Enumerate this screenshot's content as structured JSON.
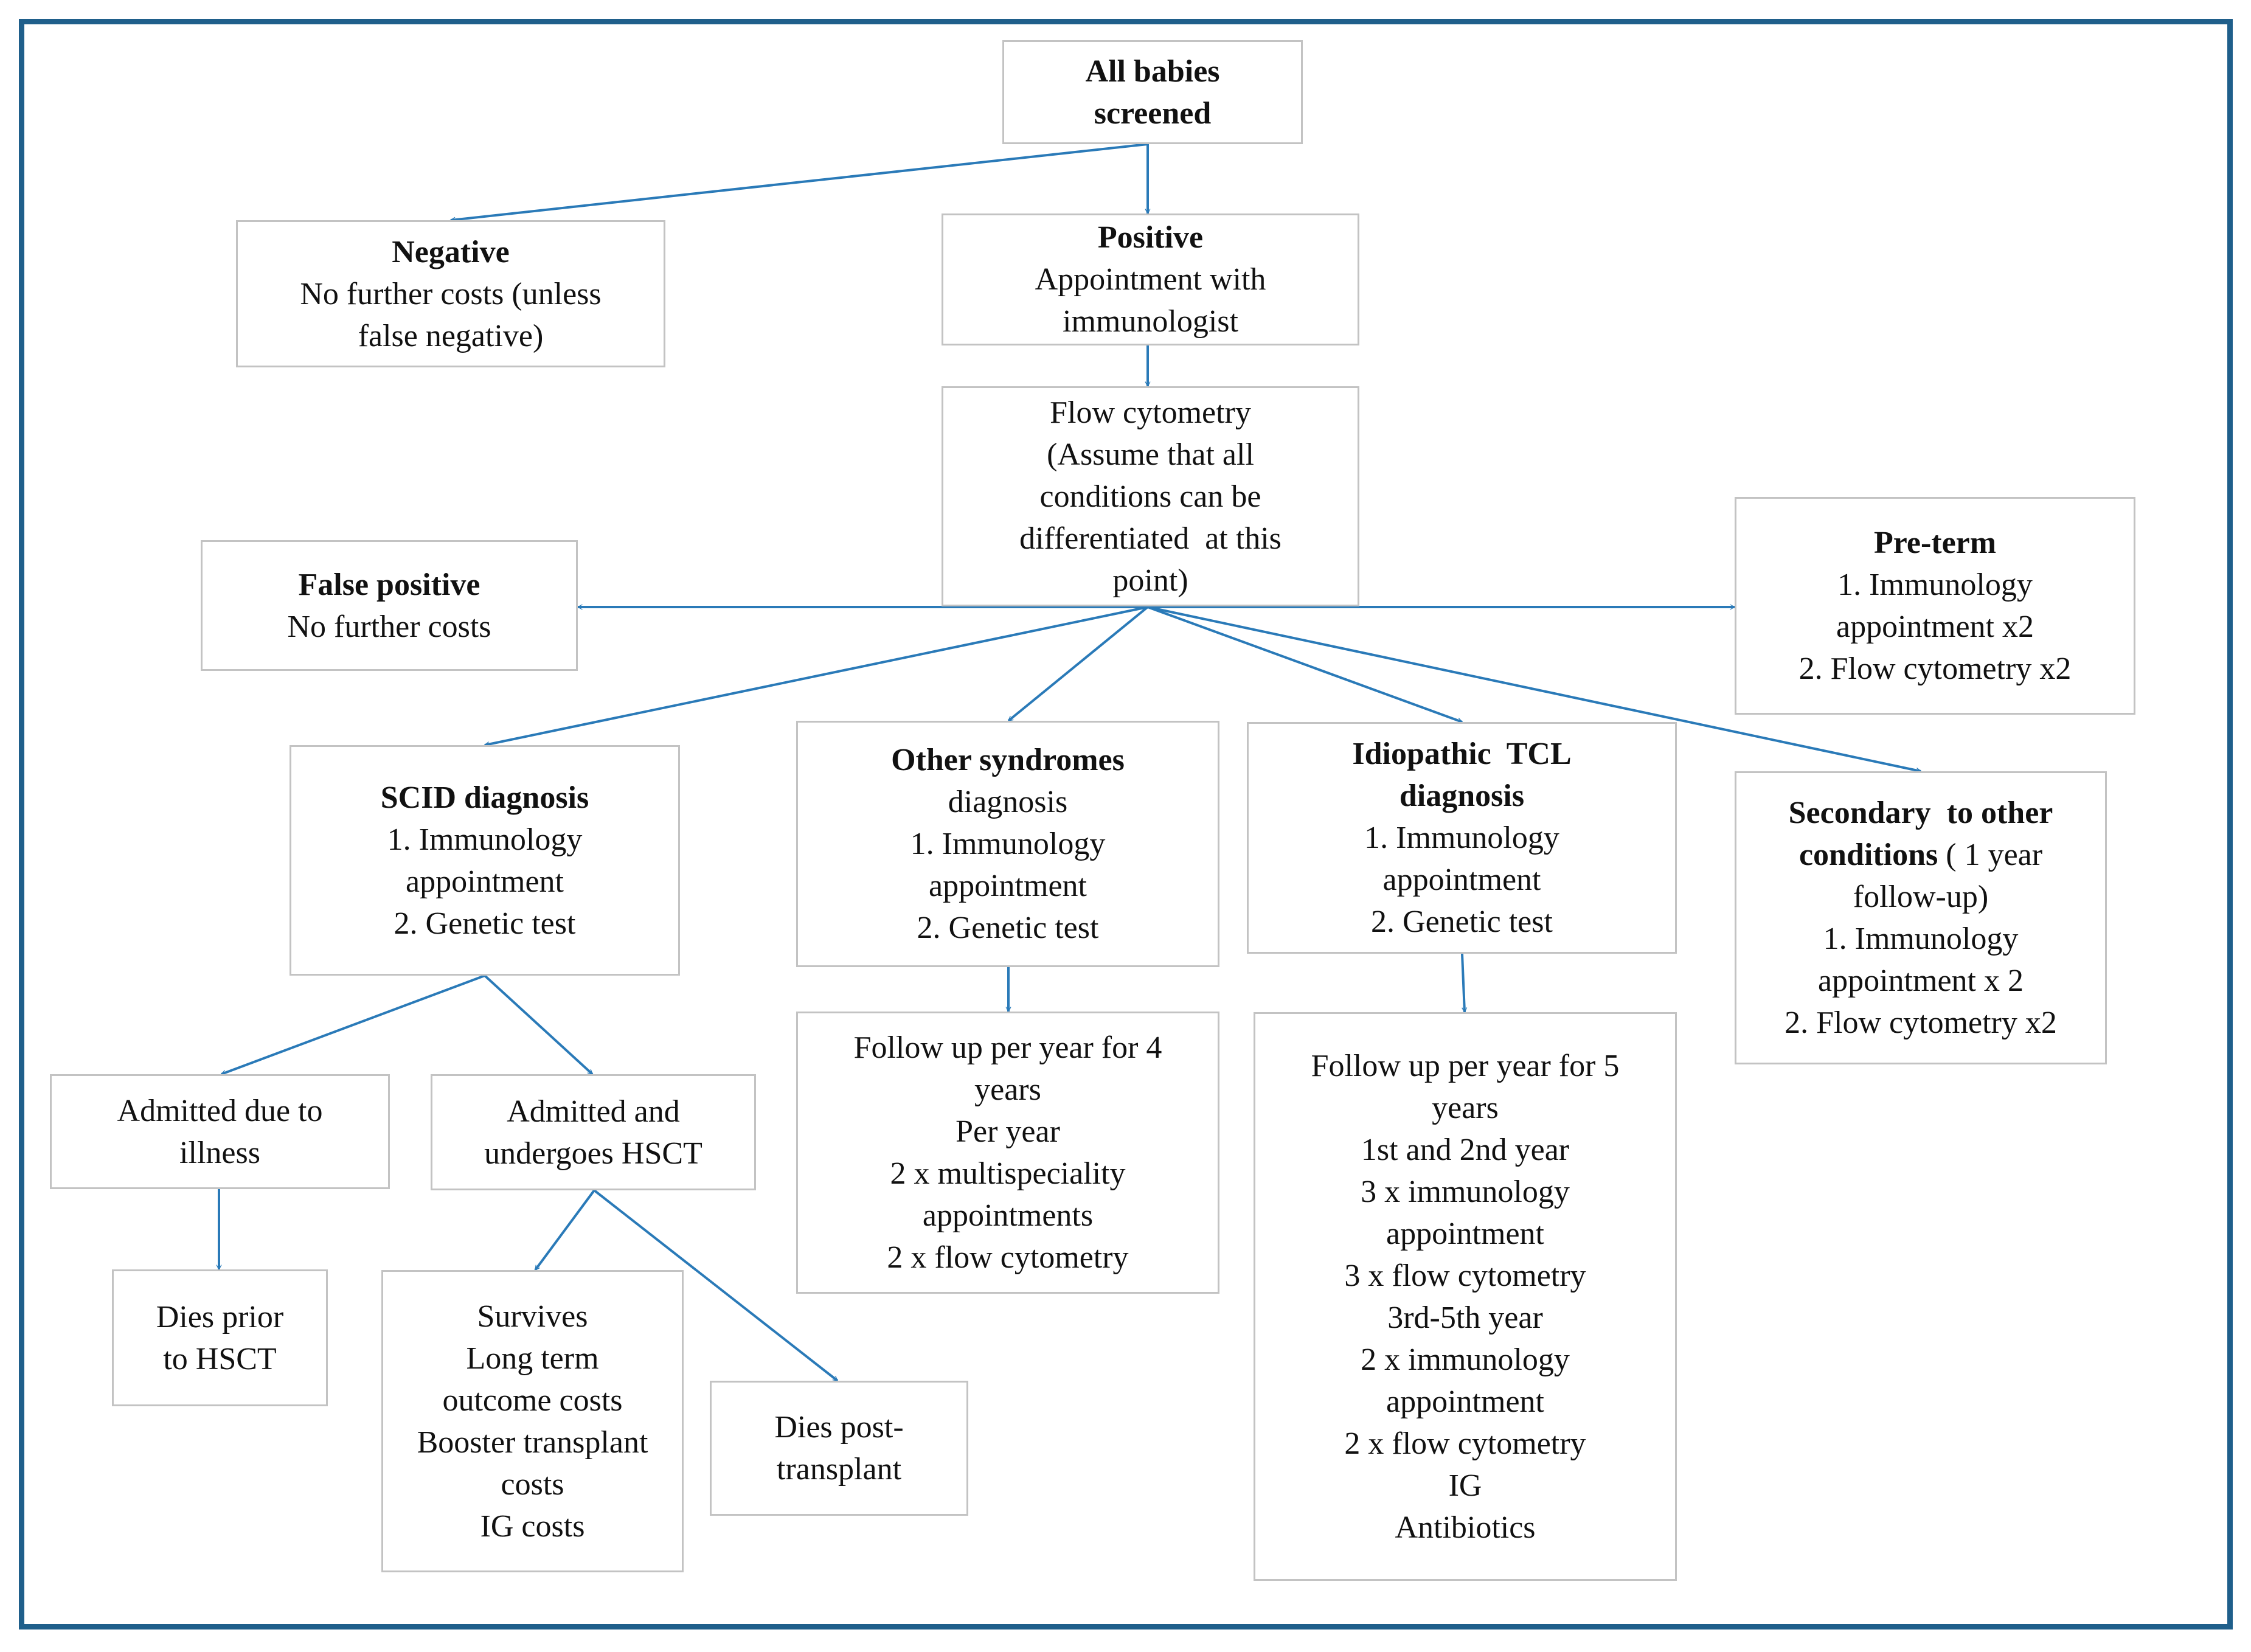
{
  "colors": {
    "frame": "#1f5f8b",
    "arrow": "#2a7ab8",
    "box_border": "#c3c3c3"
  },
  "nodes": {
    "all_babies": {
      "title": "All babies screened"
    },
    "negative": {
      "title": "Negative",
      "lines": [
        "No further costs (unless",
        "false negative)"
      ]
    },
    "positive": {
      "title": "Positive",
      "lines": [
        "Appointment with",
        "immunologist"
      ]
    },
    "flow": {
      "lines": [
        "Flow cytometry",
        "(Assume that all",
        "conditions can be",
        "differentiated  at this",
        "point)"
      ]
    },
    "false_positive": {
      "title": "False positive",
      "lines": [
        "No further costs"
      ]
    },
    "preterm": {
      "title": "Pre-term",
      "lines": [
        "1. Immunology",
        "appointment x2",
        "2. Flow cytometry x2"
      ]
    },
    "scid": {
      "title": "SCID diagnosis",
      "lines": [
        "1. Immunology",
        "appointment",
        "2. Genetic test"
      ]
    },
    "other_syndromes": {
      "title": "Other syndromes",
      "lines": [
        "diagnosis",
        "1. Immunology",
        "appointment",
        "2. Genetic test"
      ]
    },
    "idiopathic": {
      "title": "Idiopathic  TCL diagnosis",
      "lines": [
        "1. Immunology",
        "appointment",
        "2. Genetic test"
      ]
    },
    "secondary": {
      "title_bold": "Secondary  to other conditions",
      "title_rest": " ( 1 year follow-up)",
      "lines": [
        "1. Immunology",
        "appointment x 2",
        "2. Flow cytometry x2"
      ]
    },
    "admitted_illness": {
      "lines": [
        "Admitted due to",
        "illness"
      ]
    },
    "admitted_hsct": {
      "lines": [
        "Admitted and",
        "undergoes HSCT"
      ]
    },
    "followup4": {
      "lines": [
        "Follow up per year for 4",
        "years",
        "Per year",
        "2 x multispeciality",
        "appointments",
        "2 x flow cytometry"
      ]
    },
    "followup5": {
      "lines": [
        "Follow up per year for 5",
        "years",
        "1st and 2nd year",
        "3 x immunology",
        "appointment",
        "3 x flow cytometry",
        "3rd-5th year",
        "2 x immunology",
        "appointment",
        "2 x flow cytometry",
        "IG",
        "Antibiotics"
      ]
    },
    "dies_prior": {
      "lines": [
        "Dies prior",
        "to HSCT"
      ]
    },
    "survives": {
      "lines": [
        "Survives",
        "Long term",
        "outcome costs",
        "Booster transplant",
        "costs",
        "IG costs"
      ]
    },
    "dies_post": {
      "lines": [
        "Dies post-",
        "transplant"
      ]
    }
  }
}
